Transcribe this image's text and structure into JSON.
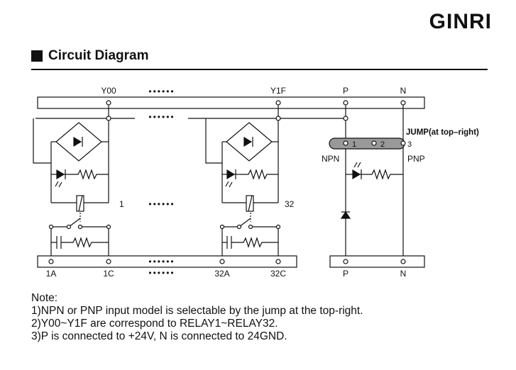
{
  "brand": "GINRI",
  "section": {
    "title": "Circuit Diagram",
    "icon": "square-bullet-icon"
  },
  "diagram": {
    "top_labels": [
      "Y00",
      "Y1F",
      "P",
      "N"
    ],
    "ellipsis": "••••••",
    "channel_left": "1",
    "channel_right": "32",
    "jump_label": "JUMP(at top–right)",
    "jump_pins": [
      "1",
      "2",
      "3"
    ],
    "npn": "NPN",
    "pnp": "PNP",
    "bottom_labels": [
      "1A",
      "1C",
      "32A",
      "32C",
      "P",
      "N"
    ]
  },
  "notes": {
    "heading": "Note:",
    "lines": [
      "1)NPN or PNP input model is selectable by the jump at the top-right.",
      "2)Y00~Y1F are correspond to RELAY1~RELAY32.",
      "3)P is connected to +24V, N is connected to 24GND."
    ]
  }
}
